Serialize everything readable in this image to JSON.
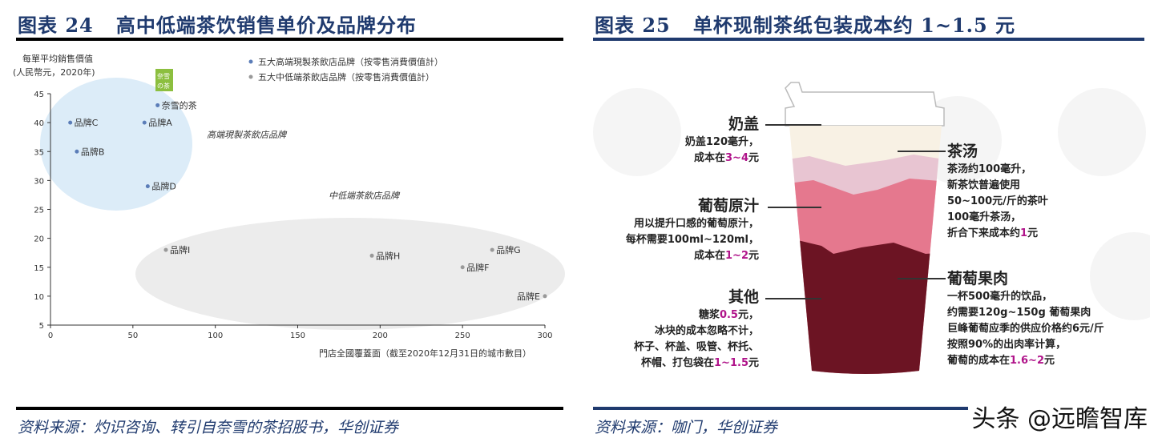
{
  "left": {
    "title": "图表 24   高中低端茶饮销售单价及品牌分布",
    "source": "资料来源：灼识咨询、转引自奈雪的茶招股书，华创证券"
  },
  "right": {
    "title": "图表 25   单杯现制茶纸包装成本约 1~1.5 元",
    "source": "资料来源：咖门，华创证券"
  },
  "watermark": "头条 @远瞻智库",
  "chart_data": {
    "type": "scatter",
    "ylabel_line1": "每單平均銷售價值",
    "ylabel_line2": "(人民幣元，2020年)",
    "xlabel": "門店全國覆蓋面（截至2020年12月31日的城市數目）",
    "xlim": [
      0,
      300
    ],
    "ylim": [
      5,
      45
    ],
    "xticks": [
      "0",
      "50",
      "100",
      "150",
      "200",
      "250",
      "300"
    ],
    "yticks": [
      "5",
      "10",
      "15",
      "20",
      "25",
      "30",
      "35",
      "40",
      "45"
    ],
    "legend": [
      "五大高端現製茶飲店品牌（按零售消費價值計）",
      "五大中低端茶飲店品牌（按零售消費價值計）"
    ],
    "logo_text": "奈雪の茶",
    "annotations": [
      "高端現製茶飲店品牌",
      "中低端茶飲店品牌"
    ],
    "colors": {
      "high": "#5b7db8",
      "low": "#999999",
      "high_zone": "#dcecf8",
      "low_zone": "#ececec"
    },
    "series": [
      {
        "name": "high",
        "points": [
          {
            "label": "奈雪的茶",
            "x": 65,
            "y": 43
          },
          {
            "label": "品牌A",
            "x": 57,
            "y": 40
          },
          {
            "label": "品牌C",
            "x": 12,
            "y": 40
          },
          {
            "label": "品牌B",
            "x": 16,
            "y": 35
          },
          {
            "label": "品牌D",
            "x": 59,
            "y": 29
          }
        ]
      },
      {
        "name": "low",
        "points": [
          {
            "label": "品牌I",
            "x": 70,
            "y": 18
          },
          {
            "label": "品牌H",
            "x": 195,
            "y": 17
          },
          {
            "label": "品牌G",
            "x": 268,
            "y": 18
          },
          {
            "label": "品牌F",
            "x": 250,
            "y": 15
          },
          {
            "label": "品牌E",
            "x": 300,
            "y": 10
          }
        ]
      }
    ]
  },
  "cup": {
    "milk": {
      "head": "奶盖",
      "l1": "奶盖120毫升，",
      "l2a": "成本在",
      "l2b": "3~4",
      "l2c": "元"
    },
    "juice": {
      "head": "葡萄原汁",
      "l1": "用以提升口感的葡萄原汁，",
      "l2": "每杯需要100ml~120ml，",
      "l3a": "成本在",
      "l3b": "1~2",
      "l3c": "元"
    },
    "other": {
      "head": "其他",
      "l1a": "糖浆",
      "l1b": "0.5",
      "l1c": "元，",
      "l2": "冰块的成本忽略不计，",
      "l3": "杯子、杯盖、吸管、杯托、",
      "l4a": "杯帽、打包袋在",
      "l4b": "1~1.5",
      "l4c": "元"
    },
    "tea": {
      "head": "茶汤",
      "l1": "茶汤约100毫升，",
      "l2": "新茶饮普遍使用",
      "l3": "50~100元/斤的茶叶",
      "l4": "100毫升茶汤，",
      "l5a": "折合下来成本约",
      "l5b": "1",
      "l5c": "元"
    },
    "grape": {
      "head": "葡萄果肉",
      "l1": "一杯500毫升的饮品，",
      "l2": "约需要120g~150g 葡萄果肉",
      "l3": "巨峰葡萄应季的供应价格约6元/斤",
      "l4": "按照90%的出肉率计算，",
      "l5a": "葡萄的成本在",
      "l5b": "1.6~2",
      "l5c": "元"
    }
  }
}
